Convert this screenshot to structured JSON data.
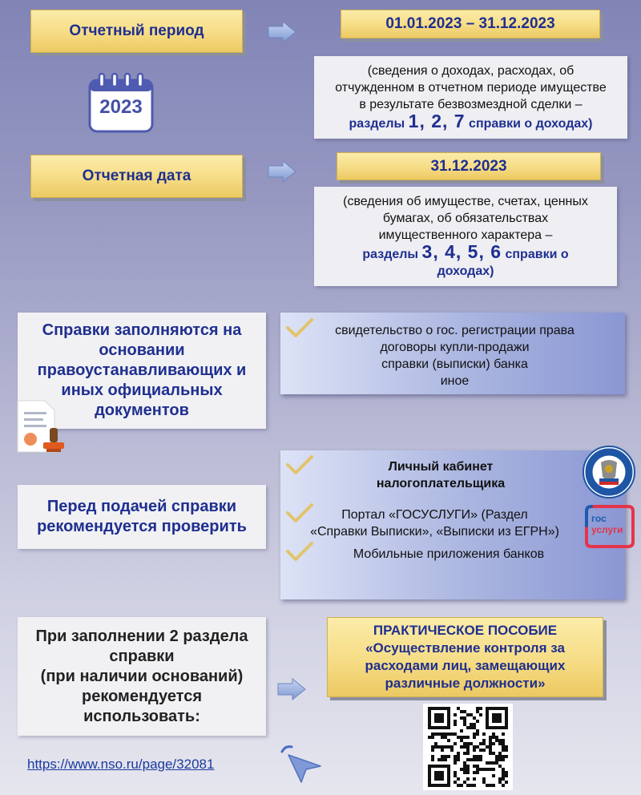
{
  "period": {
    "label": "Отчетный период",
    "value": "01.01.2023 – 31.12.2023",
    "note_line1": "(сведения о доходах, расходах, об",
    "note_line2": "отчужденном в отчетном периоде имуществе",
    "note_line3": "в результате безвозмездной сделки –",
    "note_prefix": "разделы ",
    "note_sections": "1, 2, 7",
    "note_suffix": " справки о доходах)"
  },
  "calendar": {
    "year": "2023",
    "icon": "calendar-icon"
  },
  "date": {
    "label": "Отчетная дата",
    "value": "31.12.2023",
    "note_line1": "(сведения об имуществе, счетах, ценных",
    "note_line2": "бумагах, об обязательствах",
    "note_line3": "имущественного характера –",
    "note_prefix": "разделы ",
    "note_sections": "3, 4, 5, 6",
    "note_suffix": " справки о",
    "note_line5": "доходах)"
  },
  "documents": {
    "title_line1": "Справки заполняются на",
    "title_line2": "основании",
    "title_line3": "правоустанавливающих и",
    "title_line4": "иных официальных",
    "title_line5": "документов",
    "items": [
      "свидетельство о гос. регистрации права",
      "договоры купли-продажи",
      "справки (выписки) банка",
      "иное"
    ]
  },
  "check_before": {
    "title_line1": "Перед подачей справки",
    "title_line2": "рекомендуется проверить",
    "item1_line1": "Личный кабинет",
    "item1_line2": "налогоплательщика",
    "item2_line1": "Портал «ГОСУСЛУГИ» (Раздел",
    "item2_line2": "«Справки Выписки», «Выписки из ЕГРН»)",
    "item3": "Мобильные приложения банков",
    "gosuslugi_logo_line1": "гос",
    "gosuslugi_logo_line2": "услуги"
  },
  "section2": {
    "title_line1": "При заполнении 2 раздела",
    "title_line2": "справки",
    "title_line3": "(при наличии оснований)",
    "title_line4": "рекомендуется",
    "title_line5": "использовать:",
    "manual_line1": "ПРАКТИЧЕСКОЕ ПОСОБИЕ",
    "manual_line2": "«Осуществление контроля за",
    "manual_line3": "расходами лиц, замещающих",
    "manual_line4": "различные должности»"
  },
  "link": {
    "url": "https://www.nso.ru/page/32081"
  },
  "colors": {
    "accent_blue": "#1f2f8f",
    "gold": "#f6dc85",
    "check": "#e2c46e",
    "arrow": "#8ea7dc"
  }
}
